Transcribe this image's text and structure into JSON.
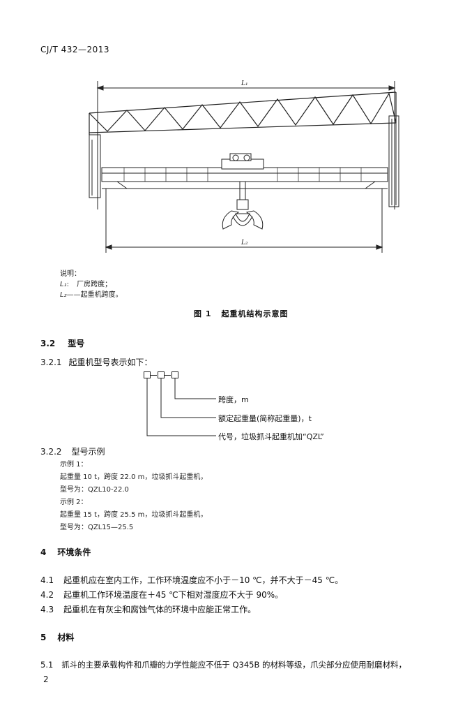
{
  "header": {
    "standard_no": "CJ/T 432—2013"
  },
  "figure": {
    "dim_L1": "L₁",
    "dim_L2": "L₂",
    "legend_title": "说明：",
    "legend_items": [
      {
        "sym": "L₁",
        "sep": ":",
        "text": "厂房跨度；"
      },
      {
        "sym": "L₂",
        "sep": "——",
        "text": "起重机跨度。"
      }
    ],
    "caption_no": "图 1",
    "caption_text": "起重机结构示意图"
  },
  "section_3_2": {
    "no": "3.2",
    "title": "型号",
    "s1_no": "3.2.1",
    "s1_title": "起重机型号表示如下：",
    "code_items": [
      "跨度，m",
      "额定起重量(简称起重量)，t",
      "代号，垃圾抓斗起重机加“QZL”"
    ],
    "s2_no": "3.2.2",
    "s2_title": "型号示例",
    "examples": [
      "示例 1：",
      "起重量 10 t，跨度 22.0 m，垃圾抓斗起重机，",
      "型号为：QZL10-22.0",
      "示例 2：",
      "起重量 15 t，跨度 25.5 m，垃圾抓斗起重机，",
      "型号为：QZL15—25.5"
    ]
  },
  "section_4": {
    "no": "4",
    "title": "环境条件",
    "items": [
      {
        "no": "4.1",
        "text": "起重机应在室内工作，工作环境温度应不小于－10 ℃，并不大于－45 ℃。"
      },
      {
        "no": "4.2",
        "text": "起重机工作环境温度在＋45 ℃下相对湿度应不大于 90%。"
      },
      {
        "no": "4.3",
        "text": "起重机在有灰尘和腐蚀气体的环境中应能正常工作。"
      }
    ]
  },
  "section_5": {
    "no": "5",
    "title": "材料",
    "items": [
      {
        "no": "5.1",
        "text": "抓斗的主要承载构件和爪瓣的力学性能应不低于 Q345B 的材料等级，爪尖部分应使用耐磨材料，"
      }
    ]
  },
  "footer": {
    "page_no": "2"
  }
}
